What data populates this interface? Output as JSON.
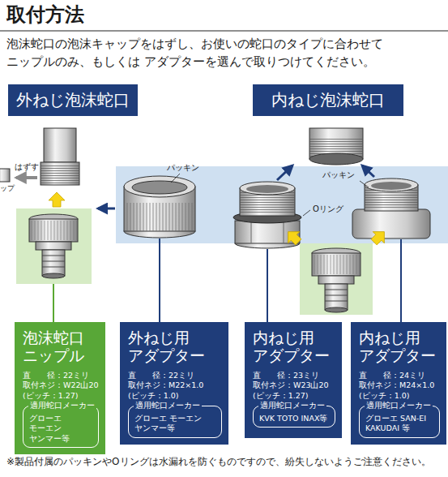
{
  "diagram": {
    "title": "取付方法",
    "nodes": [
      {
        "text": [
          "外ねじ泡沫蛇口"
        ]
      },
      {
        "text": [
          "内ねじ泡沫蛇口"
        ]
      },
      {
        "text": [
          "泡沫蛇口 ニップル",
          "直　　径：22ミリ",
          "取付ネジ：W22山20 (ピッチ：1.27)"
        ]
      },
      {
        "text": [
          "適用蛇口メーカー",
          "グローエ モーエン ヤンマー等"
        ],
        "in": 2
      },
      {
        "text": [
          "外ねじ用 アダプター",
          "直　　径：22ミリ",
          "取付ネジ：M22×1.0 (ピッチ：1.0)"
        ]
      },
      {
        "text": [
          "適用蛇口メーカー",
          "グローエ モーエン ヤンマー等"
        ],
        "in": 4
      },
      {
        "text": [
          "内ねじ用 アダプター",
          "直　　径：23ミリ",
          "取付ネジ：W23山20 (ピッチ：1.27)"
        ]
      },
      {
        "text": [
          "適用蛇口メーカー",
          "KVK TOTO INAX等"
        ],
        "in": 6
      },
      {
        "text": [
          "内ねじ用 アダプター",
          "直　　径：24ミリ",
          "取付ネジ：M24×1.0 (ピッチ：1.0)"
        ]
      },
      {
        "text": [
          "適用蛇口メーカー",
          "グローエ SAN-EI KAKUDAI 等"
        ],
        "in": 8
      }
    ],
    "labels": [
      "泡沫蛇口の泡沫キャップをはずし、お使いの蛇口のタイプに合わせて ニップルのみ、もしくは アダプターを選んで取りつけてください。",
      "はずす",
      "ップ",
      "パッキン",
      "Oリング",
      "パッキン",
      "※製品付属のパッキンやOリングは水漏れを防ぐものですので、紛失しないようご注意ください。"
    ]
  }
}
